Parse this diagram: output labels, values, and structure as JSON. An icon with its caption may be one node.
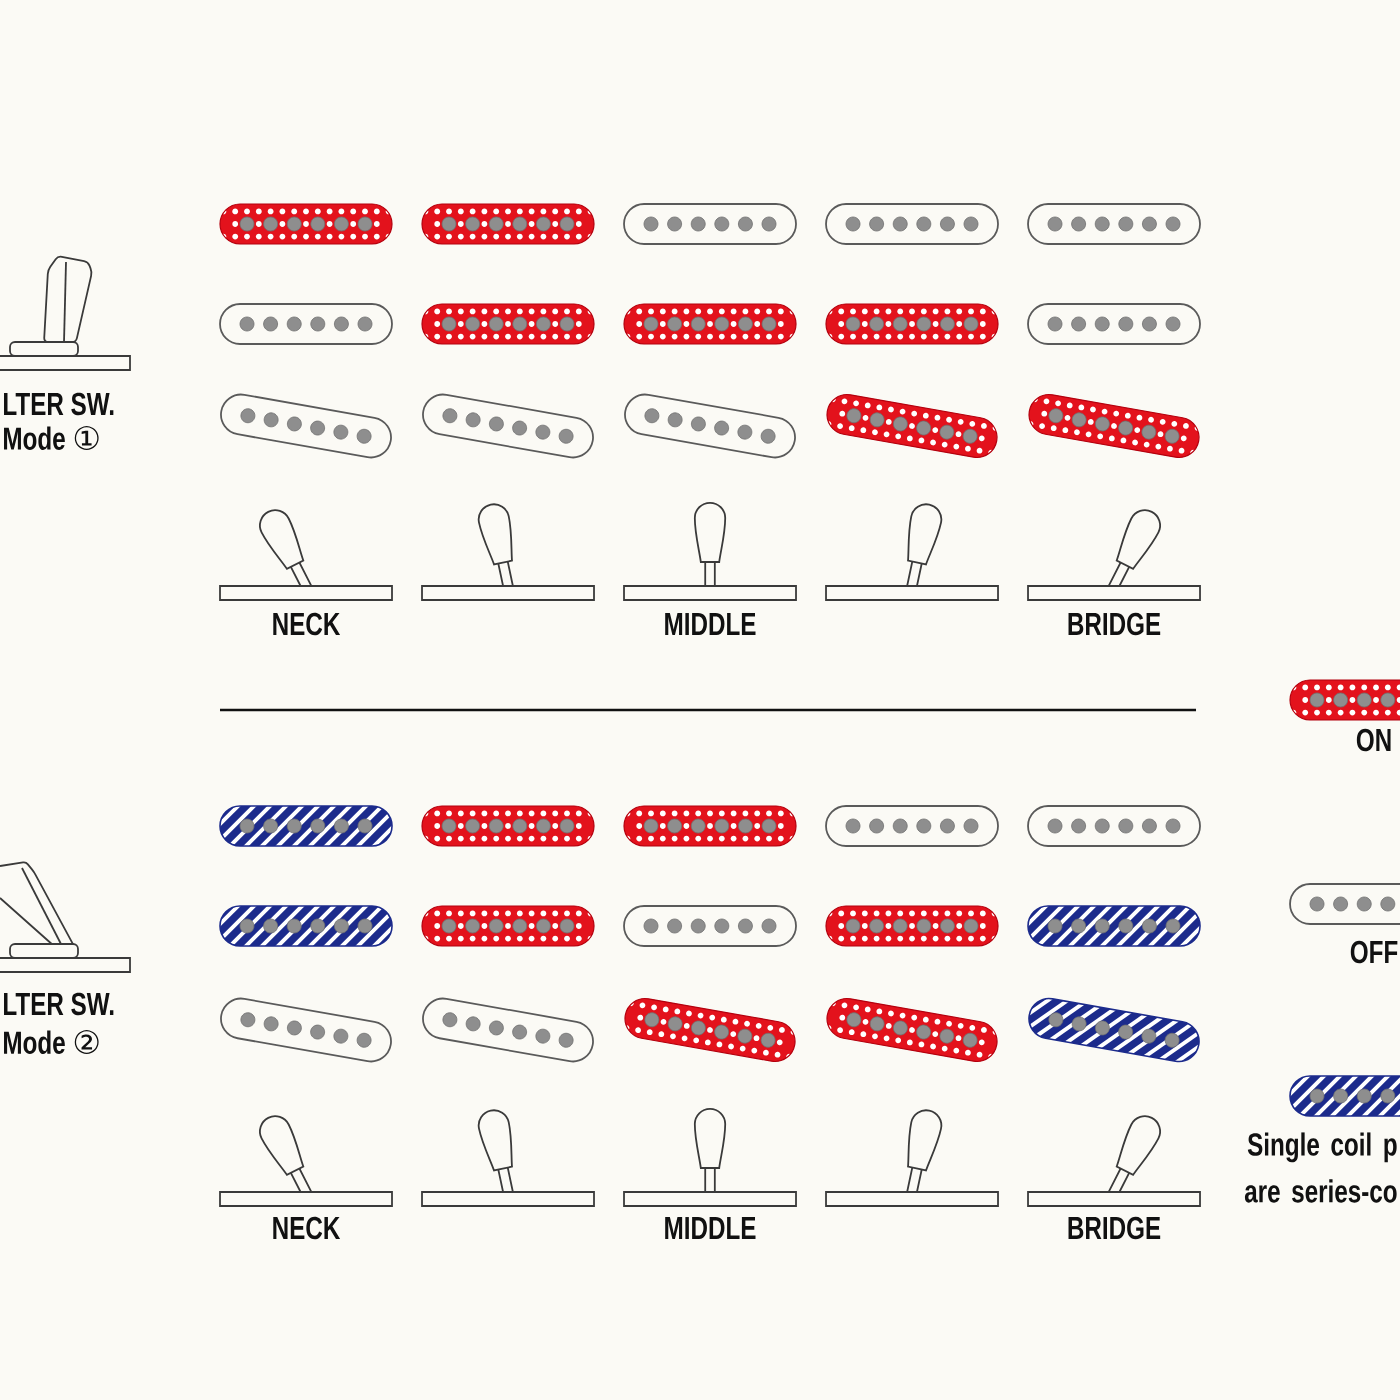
{
  "diagram": {
    "labels": [
      "LTER SW.",
      "Mode ①",
      "NECK",
      "MIDDLE",
      "BRIDGE",
      "LTER SW.",
      "Mode ②",
      "NECK",
      "MIDDLE",
      "BRIDGE"
    ],
    "legend": [
      {
        "text": "ON"
      },
      {
        "text": "OFF"
      },
      {
        "text": "Single coil p are series-co"
      }
    ]
  }
}
